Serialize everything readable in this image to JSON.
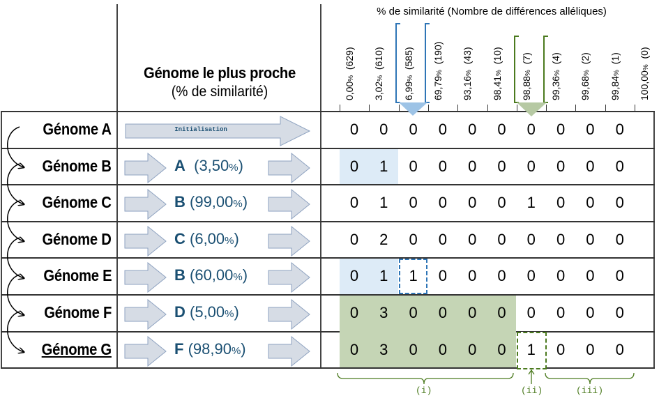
{
  "header": {
    "title_bold": "Génome le plus proche",
    "title_sub": "(% de similarité)",
    "axis_title": "% de similarité (Nombre de différences alléliques)"
  },
  "columns": [
    {
      "pct": "0,00",
      "unit": "%",
      "count": "(629)"
    },
    {
      "pct": "3,02",
      "unit": "%",
      "count": "(610)"
    },
    {
      "pct": "6,99",
      "unit": "%",
      "count": "(585)"
    },
    {
      "pct": "69,79",
      "unit": "%",
      "count": "(190)"
    },
    {
      "pct": "93,16",
      "unit": "%",
      "count": "(43)"
    },
    {
      "pct": "98,41",
      "unit": "%",
      "count": "(10)"
    },
    {
      "pct": "98,88",
      "unit": "%",
      "count": "(7)"
    },
    {
      "pct": "99,36",
      "unit": "%",
      "count": "(4)"
    },
    {
      "pct": "99,68",
      "unit": "%",
      "count": "(2)"
    },
    {
      "pct": "99,84",
      "unit": "%",
      "count": "(1)"
    },
    {
      "pct": "100,00",
      "unit": "%",
      "count": "(0)"
    }
  ],
  "rows": [
    {
      "genome": "Génome A",
      "init": "Initialisation",
      "parent": "",
      "parent_pct": "",
      "values": [
        "0",
        "0",
        "0",
        "0",
        "0",
        "0",
        "0",
        "0",
        "0",
        "0"
      ]
    },
    {
      "genome": "Génome B",
      "parent": "A",
      "parent_pct_open": "  (3,50",
      "unit": "%",
      "close": ")",
      "values": [
        "0",
        "1",
        "0",
        "0",
        "0",
        "0",
        "0",
        "0",
        "0",
        "0"
      ]
    },
    {
      "genome": "Génome C",
      "parent": "B",
      "parent_pct_open": " (99,00",
      "unit": "%",
      "close": ")",
      "values": [
        "0",
        "1",
        "0",
        "0",
        "0",
        "0",
        "1",
        "0",
        "0",
        "0"
      ]
    },
    {
      "genome": "Génome D",
      "parent": "C",
      "parent_pct_open": " (6,00",
      "unit": "%",
      "close": ")",
      "values": [
        "0",
        "2",
        "0",
        "0",
        "0",
        "0",
        "0",
        "0",
        "0",
        "0"
      ]
    },
    {
      "genome": "Génome E",
      "parent": "B",
      "parent_pct_open": " (60,00",
      "unit": "%",
      "close": ")",
      "values": [
        "0",
        "1",
        "1",
        "0",
        "0",
        "0",
        "0",
        "0",
        "0",
        "0"
      ]
    },
    {
      "genome": "Génome F",
      "parent": "D",
      "parent_pct_open": " (5,00",
      "unit": "%",
      "close": ")",
      "values": [
        "0",
        "3",
        "0",
        "0",
        "0",
        "0",
        "0",
        "0",
        "0",
        "0"
      ]
    },
    {
      "genome": "Génome G",
      "parent": "F",
      "parent_pct_open": " (98,90",
      "unit": "%",
      "close": ")",
      "values": [
        "0",
        "3",
        "0",
        "0",
        "0",
        "0",
        "1",
        "0",
        "0",
        "0"
      ]
    }
  ],
  "annotations": {
    "i": "(i)",
    "ii": "(ii)",
    "iii": "(iii)"
  },
  "colors": {
    "blue_accent": "#2e75b6",
    "blue_fill": "#ddebf7",
    "blue_marker": "#9dc3e6",
    "green_accent": "#4b7a1e",
    "green_fill": "#c5d5b5",
    "green_marker": "#b6c9a3",
    "arrow_fill": "#d6dce5",
    "arrow_stroke": "#8ea2c0",
    "parent_text": "#1a4f72"
  }
}
